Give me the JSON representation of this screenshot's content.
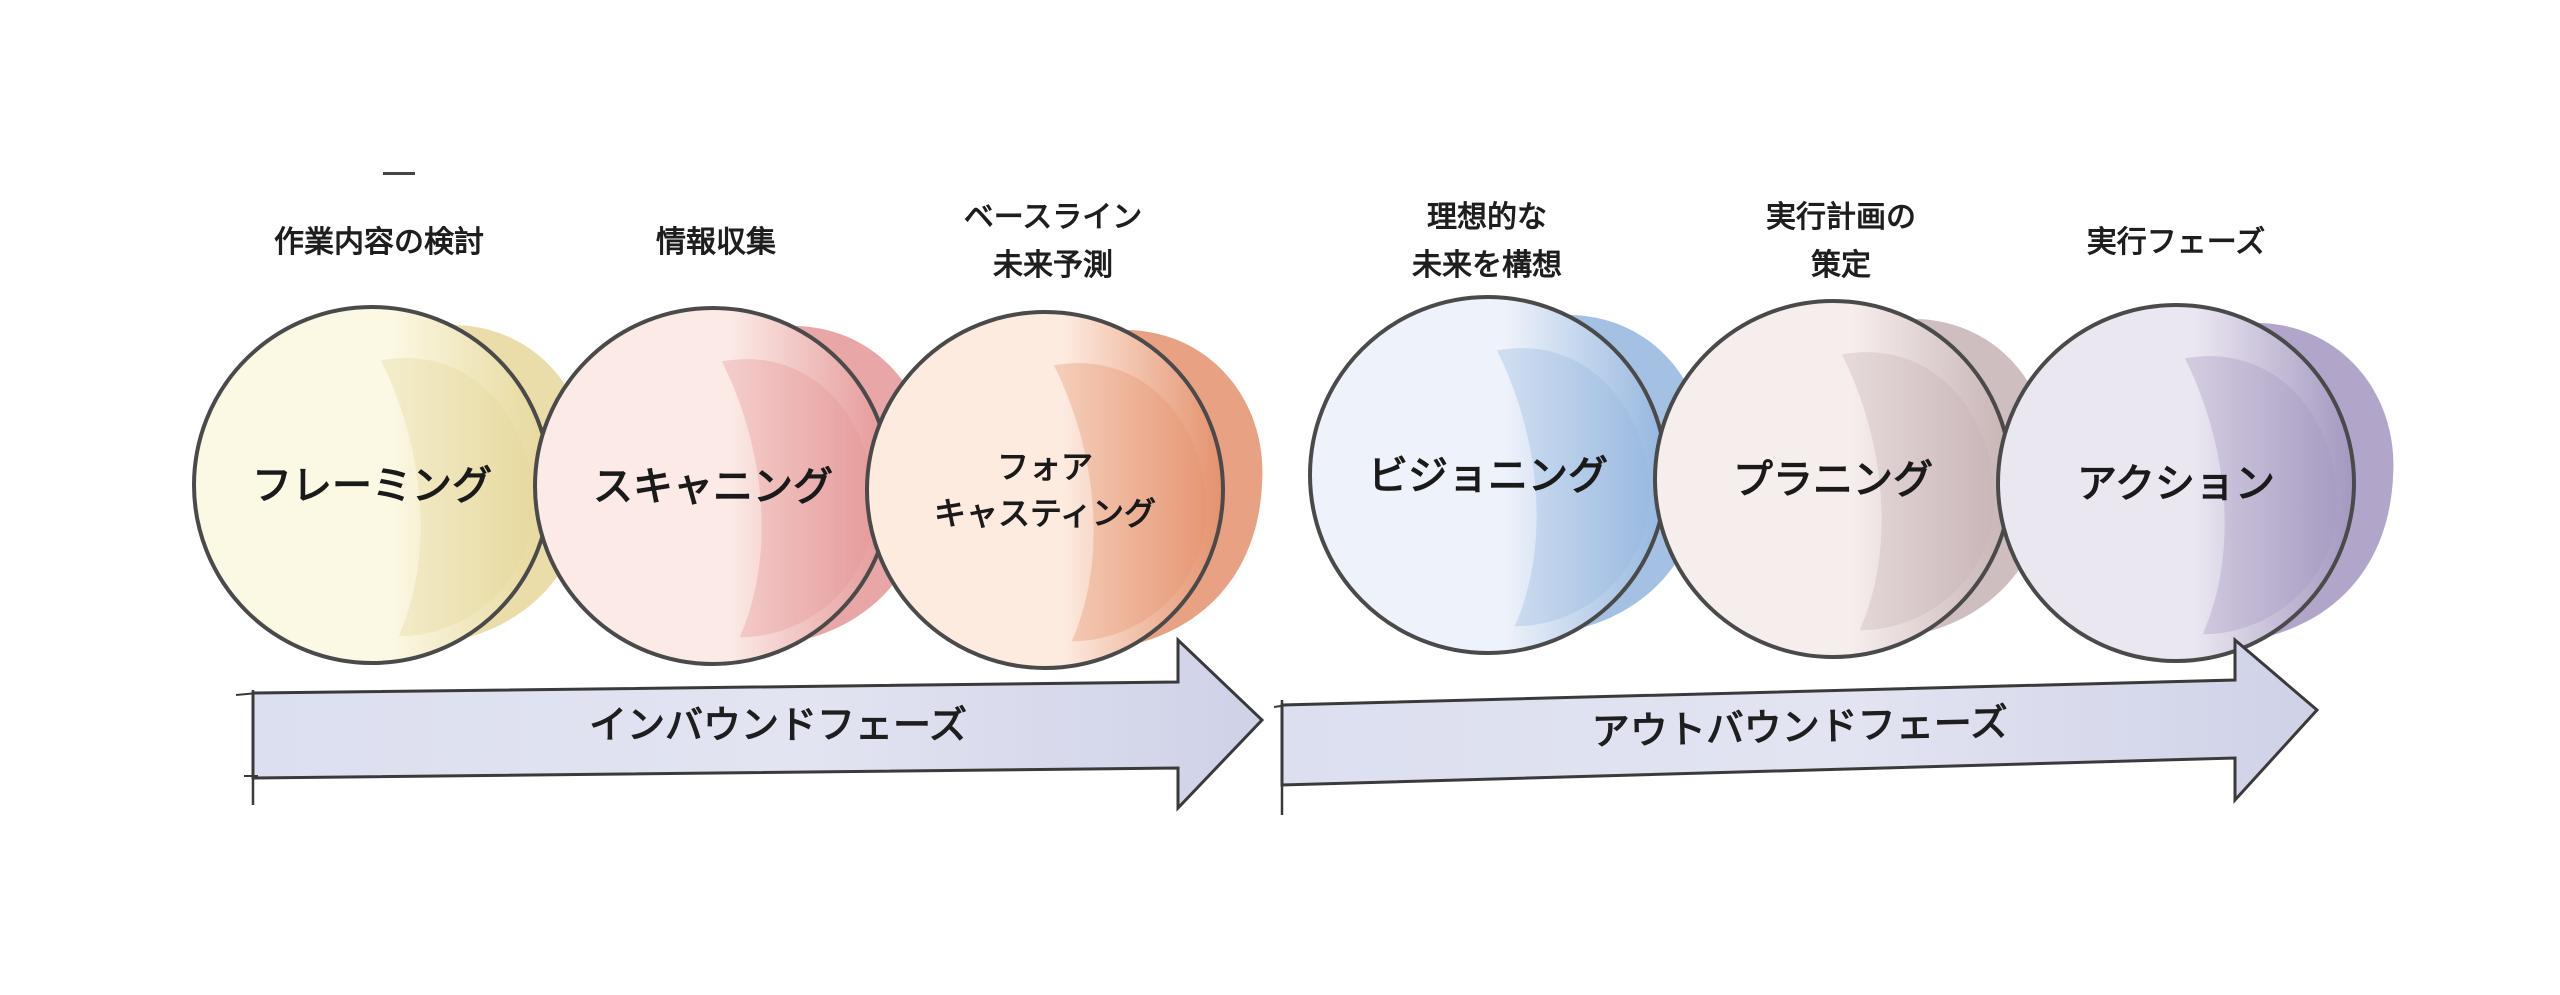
{
  "diagram": {
    "dash": "—",
    "stages": [
      {
        "caption": "作業内容の検討",
        "label": "フレーミング",
        "base": "#fbf8e4",
        "accent": "#e6d79a"
      },
      {
        "caption": "情報収集",
        "label": "スキャニング",
        "base": "#fbeae6",
        "accent": "#e49696"
      },
      {
        "caption": "ベースライン\n未来予測",
        "label": "フォア\nキャスティング",
        "base": "#fdebe0",
        "accent": "#e4916c"
      },
      {
        "caption": "理想的な\n未来を構想",
        "label": "ビジョニング",
        "base": "#eef2fa",
        "accent": "#94b6df"
      },
      {
        "caption": "実行計画の\n策定",
        "label": "プラニング",
        "base": "#f6eeed",
        "accent": "#c7b3b4"
      },
      {
        "caption": "実行フェーズ",
        "label": "アクション",
        "base": "#ebe7f1",
        "accent": "#a397bf"
      }
    ],
    "phases": [
      {
        "label": "インバウンドフェーズ"
      },
      {
        "label": "アウトバウンドフェーズ"
      }
    ]
  }
}
